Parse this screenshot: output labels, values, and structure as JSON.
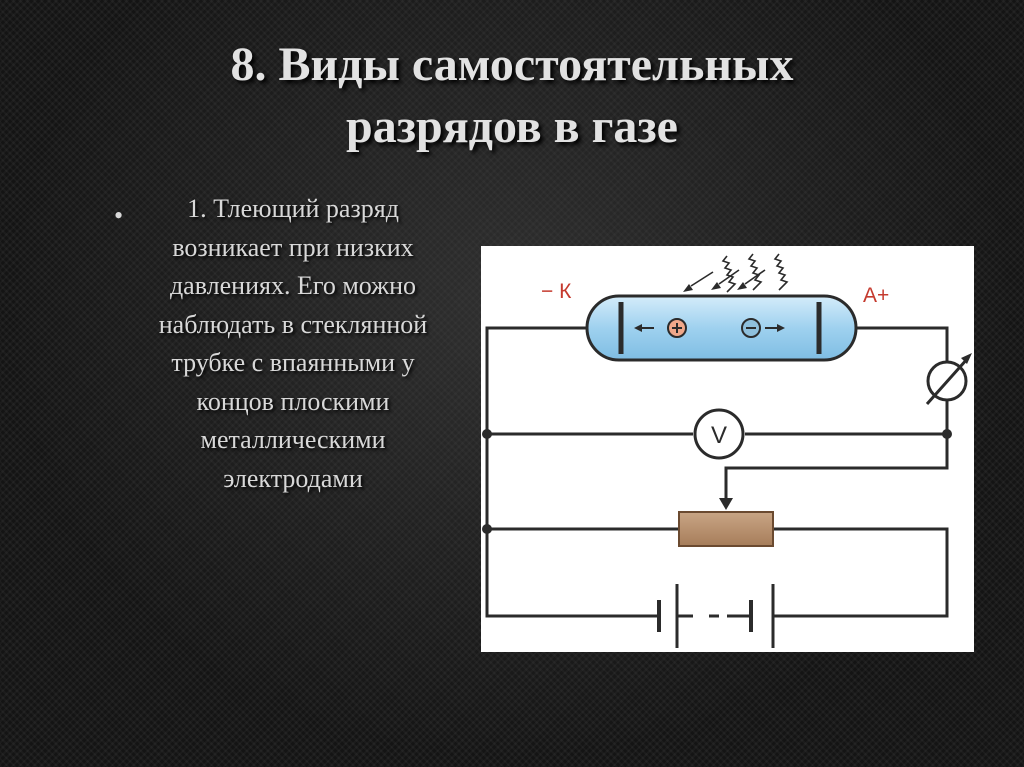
{
  "title": {
    "line1": "8. Виды самостоятельных",
    "line2": "разрядов в газе"
  },
  "bullet": {
    "marker": "•",
    "lines": [
      "1. Тлеющий разряд",
      "возникает при низких",
      "давлениях. Его можно",
      "наблюдать в стеклянной",
      "трубке с впаянными у",
      "концов плоскими",
      "металлическими",
      "электродами"
    ]
  },
  "diagram": {
    "cathode_label": "− К",
    "anode_label": "А+",
    "voltmeter_label": "V",
    "colors": {
      "tube": "#9fd1ef",
      "labels": "#c53a2e",
      "rheostat": "#b8906e",
      "wires": "#2b2b2b"
    }
  }
}
